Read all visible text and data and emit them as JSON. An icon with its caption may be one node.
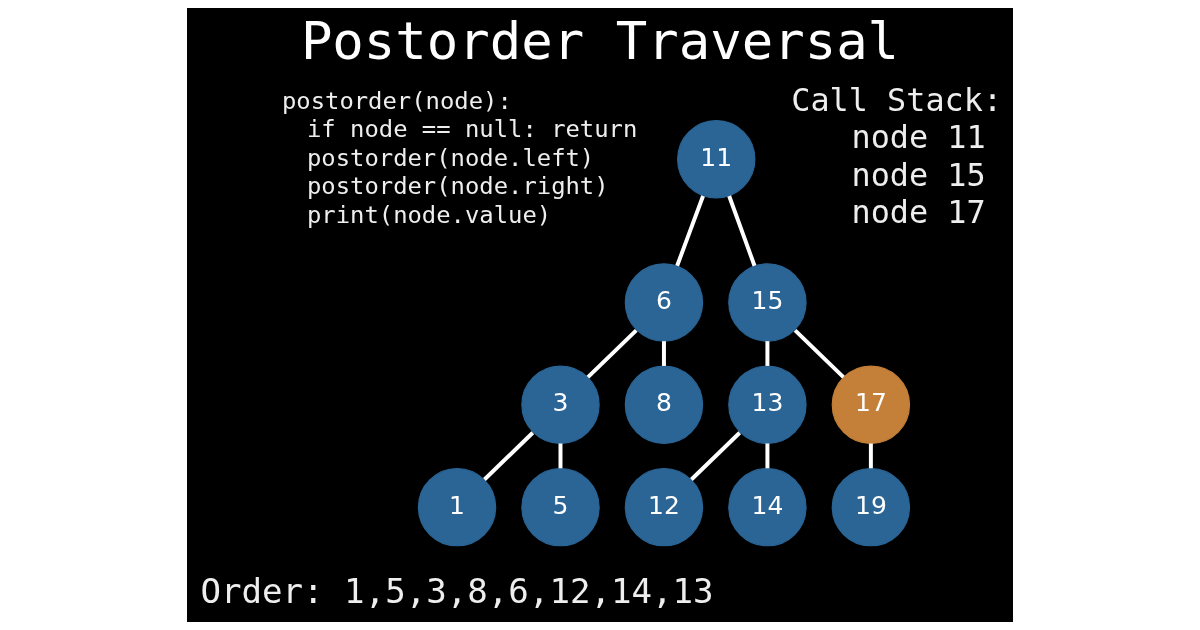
{
  "diagram": {
    "title": "Postorder Traversal",
    "nodes": [
      {
        "text": [
          "11"
        ]
      },
      {
        "text": [
          "6"
        ]
      },
      {
        "text": [
          "15"
        ]
      },
      {
        "text": [
          "3"
        ]
      },
      {
        "text": [
          "8"
        ]
      },
      {
        "text": [
          "13"
        ]
      },
      {
        "text": [
          "17"
        ]
      },
      {
        "text": [
          "1"
        ]
      },
      {
        "text": [
          "5"
        ]
      },
      {
        "text": [
          "12"
        ]
      },
      {
        "text": [
          "14"
        ]
      },
      {
        "text": [
          "19"
        ]
      }
    ],
    "edges": [
      {
        "from": 0,
        "to": 1,
        "arrow": "none"
      },
      {
        "from": 0,
        "to": 2,
        "arrow": "none"
      },
      {
        "from": 1,
        "to": 3,
        "arrow": "none"
      },
      {
        "from": 1,
        "to": 4,
        "arrow": "none"
      },
      {
        "from": 2,
        "to": 5,
        "arrow": "none"
      },
      {
        "from": 2,
        "to": 6,
        "arrow": "none"
      },
      {
        "from": 3,
        "to": 7,
        "arrow": "none"
      },
      {
        "from": 3,
        "to": 8,
        "arrow": "none"
      },
      {
        "from": 5,
        "to": 9,
        "arrow": "none"
      },
      {
        "from": 5,
        "to": 10,
        "arrow": "none"
      },
      {
        "from": 6,
        "to": 11,
        "arrow": "none"
      }
    ],
    "labels": [
      "postorder(node):",
      "if node == null: return",
      "postorder(node.left)",
      "postorder(node.right)",
      "print(node.value)",
      "Call Stack:",
      "node 11",
      "node 15",
      "node 17",
      "Order: 1,5,3,8,6,12,14,13"
    ]
  }
}
